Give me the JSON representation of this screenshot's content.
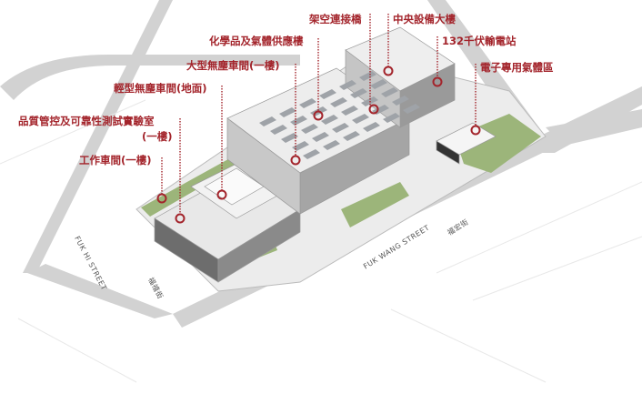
{
  "colors": {
    "label": "#a3242b",
    "road": "#cfcfcf",
    "building": "#e4e4e4",
    "green": "#9cb57a"
  },
  "labels": {
    "bridge": "架空連接橋",
    "central_plant": "中央設備大樓",
    "substation": "132千伏輸電站",
    "electronic_gas": "電子專用氣體區",
    "chemical_gas": "化學品及氣體供應樓",
    "large_cleanroom": "大型無塵車間(一樓)",
    "light_cleanroom": "輕型無塵車間(地面)",
    "qc_lab_line1": "品質管控及可靠性測試實驗室",
    "qc_lab_line2": "(一樓)",
    "workshop": "工作車間(一樓)"
  },
  "streets": {
    "fuk_hi_en": "FUK HI STREET",
    "fuk_hi_zh": "福禧街",
    "fuk_wang_en": "FUK WANG STREET",
    "fuk_wang_zh": "福宏街"
  }
}
